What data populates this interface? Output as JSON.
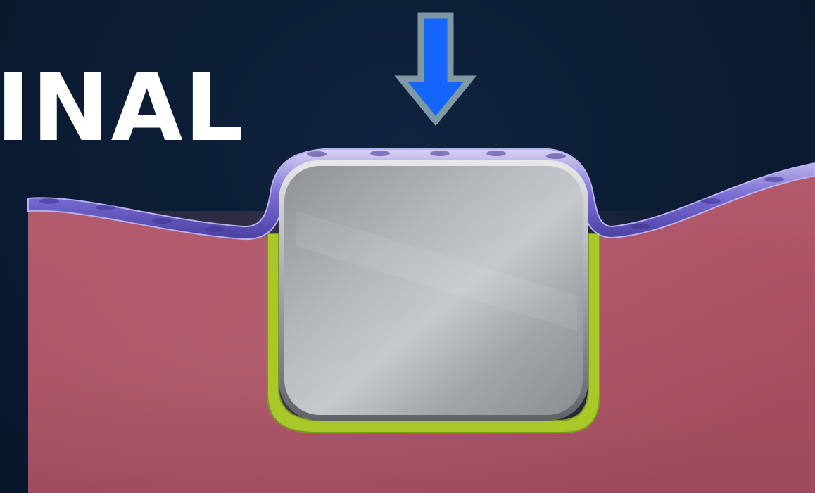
{
  "figure": {
    "title_fragment": "INAL",
    "elements": {
      "pointer": "down-arrow-icon",
      "tissue": "connective-tissue",
      "epithelium": "epithelial-cell-layer",
      "device": "implant-block",
      "membrane": "encapsulation-layer"
    }
  },
  "colors": {
    "background": "#0b1c33",
    "tissue": "#a94f62",
    "epithelium": "#7b6fd6",
    "device": "#a9adb1",
    "membrane": "#a8c82a",
    "arrow_fill": "#1565ff",
    "arrow_stroke": "#7f99a3",
    "title": "#ffffff"
  }
}
